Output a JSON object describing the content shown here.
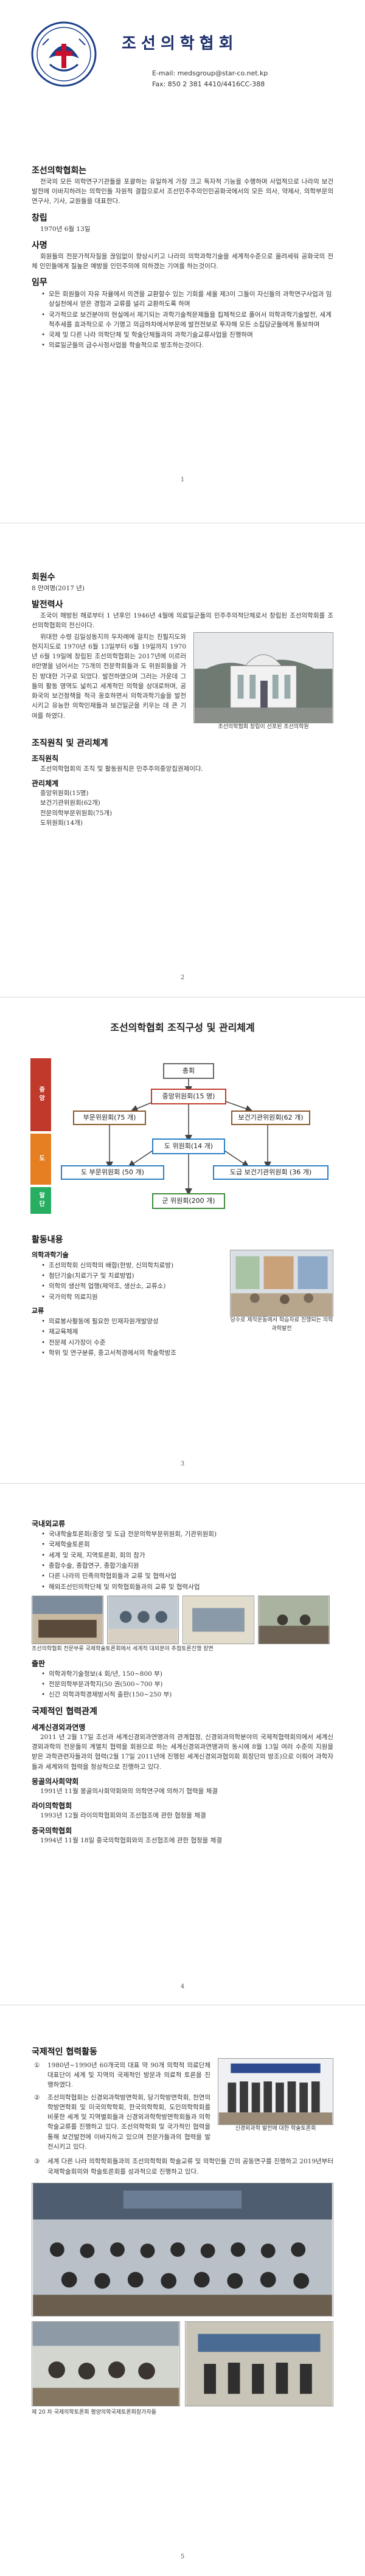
{
  "header": {
    "org_title": "조선의학협회",
    "email": "E-mail: medsgroup@star-co.net.kp",
    "fax": "Fax: 850 2 381 4410/4416CC-388"
  },
  "intro": {
    "heading": "조선의학협회는",
    "text": "전국의 모든 의학연구기관들을 포괄하는 유일하게 가장 크고 독자적 기능을 수행하며 사업적으로 나라의 보건발전에 이바지하려는 의학인들 자원적 결합으로서 조선민주주의인민공화국에서의 모든 의사, 약제사, 의학부문의 연구사, 기사, 교원들을 대표한다."
  },
  "founding": {
    "heading": "창립",
    "date": "1970년 6월 13일"
  },
  "mission": {
    "heading": "사명",
    "text": "회원들의 전문가적자질을 끊임없이 향상시키고 나라의 의학과학기술을 세계적수준으로 올려세워 공화국의 전체 인민들에게 질높은 예방을 인민주의에 의하겠는 기여를 하는것이다."
  },
  "duties": {
    "heading": "임무",
    "items": [
      "모든 회원들이 자유 자율에서 의견을 교환할수 있는 기회를 세울 제3이 그들이 자신들의 과학연구사업과 임상실천에서 얻은 경험과 교류를 널리 교환하도록 하며",
      "국가적으로 보건분야의 현실에서 제기되는 과학기술적문제들을 집체적으로 풀어서 의학과학기술발전, 세계적추세를 효과적으로 수 기명고 의급하차에서부문에 발전전보로 투자해 모든 소집당군들에게 통보하며",
      "국제 및 다른 나라 의학단체 및 학술단체들과의 과학기술교류사업을 진행하며",
      "의료일군들의 급수사정사업을 학술적으로 방조하는것이다."
    ]
  },
  "page_numbers": [
    "1",
    "2",
    "3",
    "4",
    "5"
  ],
  "membership": {
    "heading": "회원수",
    "value": "8 만여명(2017 년)"
  },
  "history": {
    "heading": "발전력사",
    "p1": "조국이 해방된 해로부터 1 년후인 1946년 4월에 의료일군들의 민주주의적단체로서 창립된 조선의학회를 조선의학협회의 전신이다.",
    "p2": "위대한 수령 김일성동지의 두차례에 걸치는 친필지도와 현지지도로 1970년 6월 13일부터 6월 19일까지 1970년 6월 19일에 창립된 조선의학협회는 2017년에 이르러 8만명을 넘어서는 75개의 전문학회들과 도 위원회들을 가진 방대한 기구로 되었다. 발전하였으며 그러는 가운데 그들의 활동 영역도 넓히고 세계적인 의학을 상대로하며, 공화국의 보건정책을 적극 옹호하면서 의학과학기술을 발전시키고 유능한 의학인재들과 보건일군을 키우는 데 큰 기여를 하였다.",
    "photo_caption": "조선의학협회 창립이 선포된 조선의학원"
  },
  "structure": {
    "heading": "조직원칙 및 관리체계",
    "principle_heading": "조직원칙",
    "principle_text": "조선의학협회의 조직 및 활동원칙은 민주주의중앙집권제이다.",
    "mgmt_heading": "관리체계",
    "mgmt_items": [
      "중앙위원회(15명)",
      "보건기관위원회(62개)",
      "전문의학부문위원회(75개)",
      "도위원회(14개)"
    ]
  },
  "org_chart": {
    "title": "조선의학협회 조직구성 및 관리체계",
    "side_labels": [
      "중앙",
      "도",
      "말단"
    ],
    "congress": "총회",
    "central": "중앙위원회(15 명)",
    "left_mid": "부문위원회(75 개)",
    "right_mid": "보건기관위원회(62 개)",
    "province": "도 위원회(14 개)",
    "left_low": "도 부문위원회 (50 개)",
    "right_low": "도급 보건기관위원회 (36 개)",
    "county": "군 위원회(200 개)"
  },
  "activities": {
    "heading": "활동내용",
    "sub1": "의학과학기술",
    "items1": [
      "조선의학회 신의학의 배합(한방, 신의학치료방)",
      "첨단기술(치료기구 및 치료방법)",
      "의학의 생산적 업행(제약조, 생산소, 교류소)",
      "국가의학 의료지원"
    ],
    "sub2": "교류",
    "items2": [
      "의료봉사활동에 필요한 인재자원개발양성",
      "재교육체제",
      "전문제 시가장이 수준",
      "학위 및 연구분류, 중고서적경에서의 학술학방조"
    ],
    "photo_caption": "당수로 제작운동에서 학습자료 진행되는 의학과학발전"
  },
  "intl": {
    "heading": "국내외교류",
    "items": [
      "국내학술토론회(중앙 및 도급 전문의학부문위원회, 기관위원회)",
      "국제학술토론회",
      "세계 및 국제, 지역토론회, 회의 참가",
      "종합수술, 종합연구, 종합기술지원",
      "다른 나라의 민족의학협회들과 교류 및 협력사업",
      "해외조선인의학단체 및 의학협회들과의 교류 및 협력사업"
    ],
    "photo_caption": "조선의학협회 전문부류 국제학술토론회에서 세계적 대외분야 추첨토론진행 장면",
    "publ_heading": "출판",
    "publ_items": [
      "의학과학기술정보(4 회/년, 150~800 부)",
      "전문의학부문과학지(50 권(500~700 부)",
      "신간 의학과학경제방서적 출판(150~250 부)"
    ]
  },
  "coop": {
    "heading": "국제적인 협력관계",
    "who_heading": "세계신경외과연맹",
    "who_text": "2011 년 2월 17일 조선과 세계신경외과연맹과의 관계협정, 신경외과의학분야의 국제적협력회의에서 세계신경외과학의 전문들의 계열치 협력을 회원으로 하는 세계신경외과연맹과의 동시에 8월 13일 여러 수준의 지원을 받은 과학관련자들과의 협력(2월 17일 2011년에 진행된 세계신경외과협의회 회장단의 방조)으로 이뤄어 과학자들과 세계와의 협력을 정상적으로 진행하고 있다.",
    "others": [
      {
        "heading": "몽골의사회약회",
        "text": "1991년 11월 몽골의사회약회와의 의학연구에 의하기 협력을 체결"
      },
      {
        "heading": "라이의학협회",
        "text": "1993년 12월 라이의학협회와의 조선협조에 관한 협정을 체결"
      },
      {
        "heading": "중국의학협회",
        "text": "1994년 11월 18일 중국의학협회와의 조선협조에 관한 협정을 체결"
      }
    ]
  },
  "intl_cooperation_activities": {
    "heading": "국제적인 협력활동",
    "items": [
      "1980년~1990년 60개국의 대표 약 90개 의학적 의료단체 대표단이 세계 및 지역의 국제적인 방문과 의료적 토론을 진행하였다.",
      "조선의학협회는 신경외과학방면학회, 당기학방면학회, 천연의학방면학회 및 미국의학학회, 한국의학학회, 도인의학학회를 비롯한 세계 및 지역별회들과 신경외과학학방면학회들과 의학학술교류를 진행하고 있다. 조선의학학회 및 국가적인 협력을 통해 보건발전에 이바지하고 있으며 전문가들과의 협력을 발전시키고 있다.",
      "세계 다른 나라 의학학회들과의 조선의학학회 학술교류 및 의학인들 간의 공동연구를 진행하고 2019년부터 국제학술회의와 학술토론회를 성과적으로 진행하고 있다."
    ],
    "caption_top": "신경외과학 발전에 대한 학술토론회",
    "caption_bottom": "제 20 차 국제의학토론회 평양의학국제토론회참가자들"
  }
}
